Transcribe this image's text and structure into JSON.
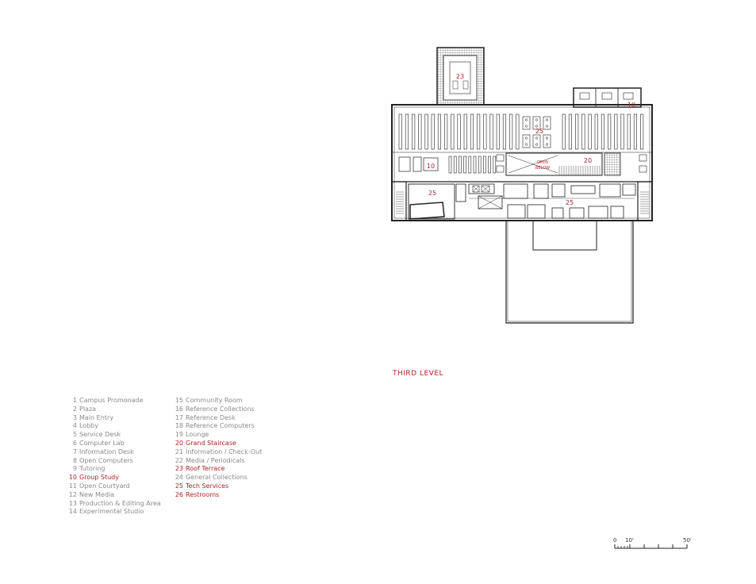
{
  "colors": {
    "accent": "#b0222a",
    "muted": "#8a8a8a",
    "line": "#222222"
  },
  "title": "THIRD LEVEL",
  "plan_labels": {
    "open_below_1": "OPEN",
    "open_below_2": "BELOW"
  },
  "room_numbers": {
    "roof_terrace": "23",
    "group_study_ne": "10",
    "collections": "25",
    "grand_stair": "20",
    "group_study_w": "10",
    "tech_w": "25",
    "tech_s": "25"
  },
  "scale": {
    "zero": "0",
    "ten": "10'",
    "fifty": "50'"
  },
  "legend": [
    {
      "num": "1",
      "label": "Campus Promonade",
      "highlight": false
    },
    {
      "num": "2",
      "label": "Plaza",
      "highlight": false
    },
    {
      "num": "3",
      "label": "Main Entry",
      "highlight": false
    },
    {
      "num": "4",
      "label": "Lobby",
      "highlight": false
    },
    {
      "num": "5",
      "label": "Service Desk",
      "highlight": false
    },
    {
      "num": "6",
      "label": "Computer Lab",
      "highlight": false
    },
    {
      "num": "7",
      "label": "Information Desk",
      "highlight": false
    },
    {
      "num": "8",
      "label": "Open Computers",
      "highlight": false
    },
    {
      "num": "9",
      "label": "Tutoring",
      "highlight": false
    },
    {
      "num": "10",
      "label": "Group Study",
      "highlight": true
    },
    {
      "num": "11",
      "label": "Open Courtyard",
      "highlight": false
    },
    {
      "num": "12",
      "label": "New Media",
      "highlight": false
    },
    {
      "num": "13",
      "label": "Production & Editing Area",
      "highlight": false
    },
    {
      "num": "14",
      "label": "Experimental Studio",
      "highlight": false
    },
    {
      "num": "15",
      "label": "Community Room",
      "highlight": false
    },
    {
      "num": "16",
      "label": "Reference Collections",
      "highlight": false
    },
    {
      "num": "17",
      "label": "Reference Desk",
      "highlight": false
    },
    {
      "num": "18",
      "label": "Reference Computers",
      "highlight": false
    },
    {
      "num": "19",
      "label": "Lounge",
      "highlight": false
    },
    {
      "num": "20",
      "label": "Grand Staircase",
      "highlight": true
    },
    {
      "num": "21",
      "label": "Information / Check-Out",
      "highlight": false
    },
    {
      "num": "22",
      "label": "Media / Periodicals",
      "highlight": false
    },
    {
      "num": "23",
      "label": "Roof Terrace",
      "highlight": true
    },
    {
      "num": "24",
      "label": "General Collections",
      "highlight": false
    },
    {
      "num": "25",
      "label": "Tech Services",
      "highlight": true
    },
    {
      "num": "26",
      "label": "Restrooms",
      "highlight": true
    }
  ]
}
